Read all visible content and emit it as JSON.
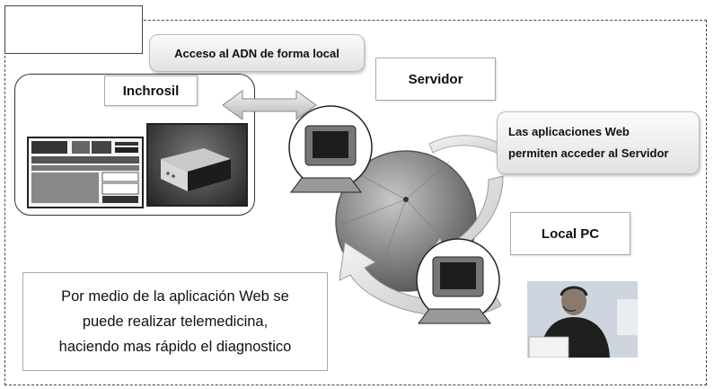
{
  "labels": {
    "inchrosil": "Inchrosil",
    "servidor": "Servidor",
    "local_pc": "Local PC"
  },
  "callouts": {
    "acceso": "Acceso al ADN de forma local",
    "web_line1": "Las aplicaciones Web",
    "web_line2": "permiten acceder al Servidor"
  },
  "description": {
    "line1": "Por medio de la aplicación Web se",
    "line2": "puede realizar telemedicina,",
    "line3": "haciendo mas rápido el diagnostico"
  }
}
